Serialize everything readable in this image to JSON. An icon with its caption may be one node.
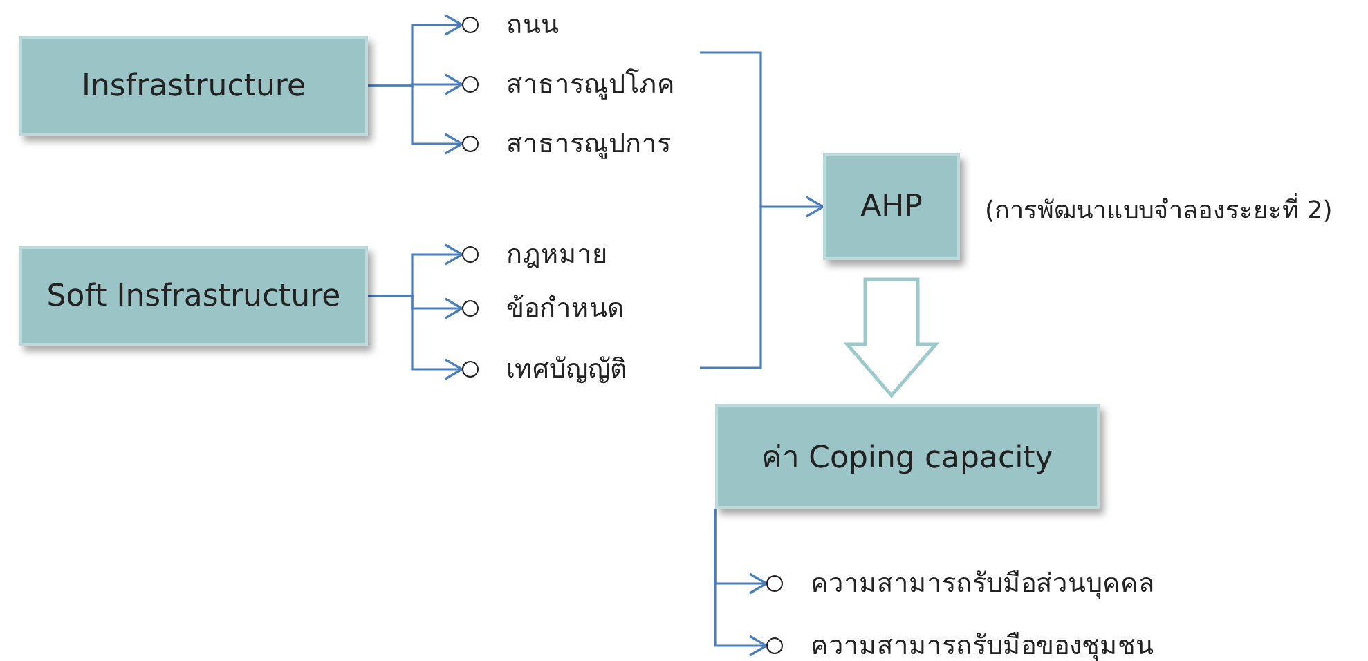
{
  "diagram": {
    "nodes": [
      {
        "text": [
          "Insfrastructure"
        ]
      },
      {
        "text": [
          "ถนน"
        ]
      },
      {
        "text": [
          "สาธารณูปโภค"
        ]
      },
      {
        "text": [
          "สาธารณูปการ"
        ]
      },
      {
        "text": [
          "Soft Insfrastructure"
        ]
      },
      {
        "text": [
          "กฎหมาย"
        ]
      },
      {
        "text": [
          "ข้อกำหนด"
        ]
      },
      {
        "text": [
          "เทศบัญญัติ"
        ]
      },
      {
        "text": [
          "AHP"
        ],
        "beside": [
          "(การพัฒนาแบบจำลองระยะที่ 2)"
        ]
      },
      {
        "text": [
          "ค่า Coping capacity"
        ]
      },
      {
        "text": [
          "ความสามารถรับมือส่วนบุคคล"
        ]
      },
      {
        "text": [
          "ความสามารถรับมือของชุมชน"
        ]
      }
    ],
    "edges": [
      {
        "from": 0,
        "to": 1,
        "arrow": "to"
      },
      {
        "from": 0,
        "to": 2,
        "arrow": "to"
      },
      {
        "from": 0,
        "to": 3,
        "arrow": "to"
      },
      {
        "from": 4,
        "to": 5,
        "arrow": "to"
      },
      {
        "from": 4,
        "to": 6,
        "arrow": "to"
      },
      {
        "from": 4,
        "to": 7,
        "arrow": "to"
      },
      {
        "from": null,
        "to": 8,
        "arrow": "to"
      },
      {
        "from": 8,
        "to": 9,
        "arrow": "to",
        "style": "thick",
        "color": "#9cc9cb"
      },
      {
        "from": 9,
        "to": 10,
        "arrow": "to"
      },
      {
        "from": 9,
        "to": 11,
        "arrow": "to"
      }
    ]
  }
}
